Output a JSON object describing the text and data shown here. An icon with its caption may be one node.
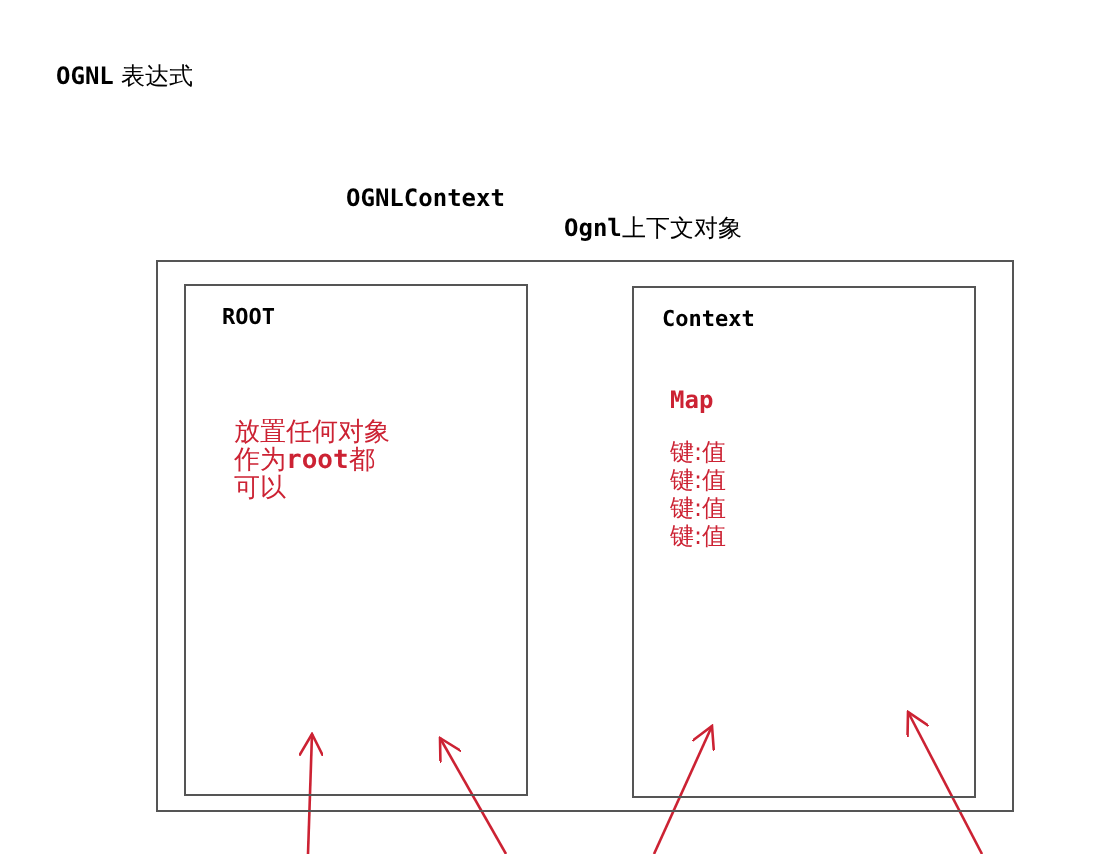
{
  "diagram": {
    "title": "OGNL 表达式",
    "nodes": [
      {
        "text": [
          "OGNLContext",
          "Ognl上下文对象"
        ]
      },
      {
        "text": [
          "ROOT",
          "放置任何对象作为**root**都可以"
        ],
        "in": 0
      },
      {
        "text": [
          "Context",
          "Map",
          "键:值",
          "键:值",
          "键:值",
          "键:值"
        ],
        "in": 0
      }
    ],
    "edges": [
      {
        "from": null,
        "to": 1,
        "arrow": "to"
      },
      {
        "from": null,
        "to": 1,
        "arrow": "to"
      },
      {
        "from": null,
        "to": 2,
        "arrow": "to"
      },
      {
        "from": null,
        "to": 2,
        "arrow": "to"
      }
    ]
  }
}
